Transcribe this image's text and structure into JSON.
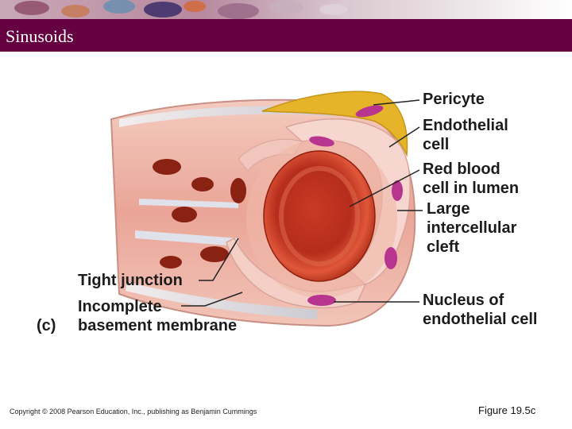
{
  "slide": {
    "title": "Sinusoids",
    "copyright": "Copyright © 2008 Pearson Education, Inc., publishing as Benjamin Cummings",
    "figure_number": "Figure 19.5c"
  },
  "diagram": {
    "panel_letter": "(c)",
    "labels": {
      "pericyte": "Pericyte",
      "endothelial_cell": [
        "Endothelial",
        "cell"
      ],
      "red_blood_cell": [
        "Red blood",
        "cell in lumen"
      ],
      "intercellular_cleft": [
        "Large",
        "intercellular",
        "cleft"
      ],
      "nucleus": [
        "Nucleus of",
        "endothelial cell"
      ],
      "tight_junction": "Tight junction",
      "basement_membrane": [
        "Incomplete",
        "basement membrane"
      ]
    }
  },
  "colors": {
    "title_bar": "#650041",
    "title_text": "#ffffff",
    "endothelium": "#e9a79c",
    "lumen": "#c63d2b",
    "nucleus": "#b7348f",
    "pericyte": "#e6b429"
  }
}
